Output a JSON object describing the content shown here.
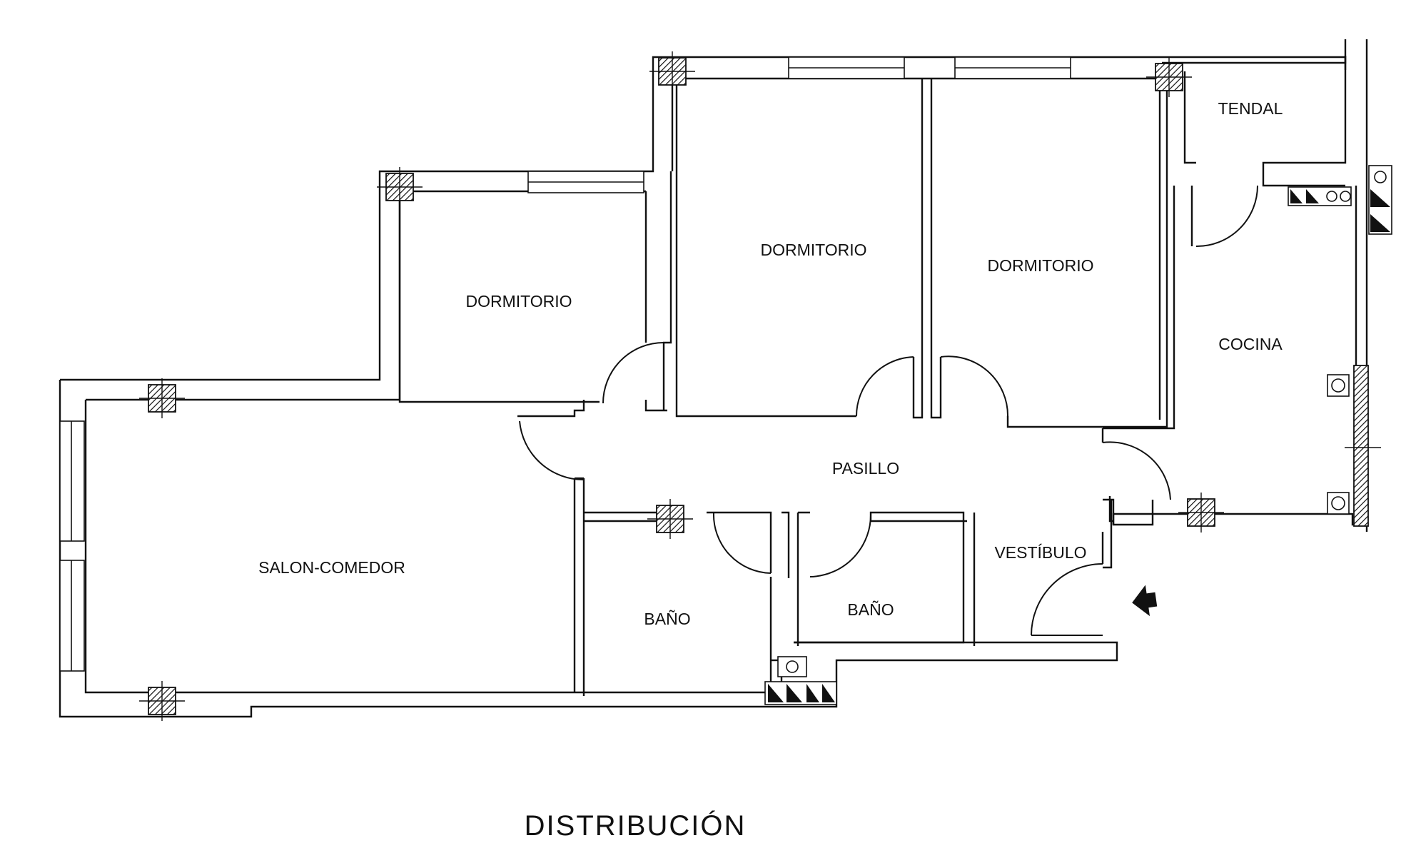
{
  "title": "DISTRIBUCIÓN",
  "rooms": {
    "tendal": "TENDAL",
    "dormitorio_1": "DORMITORIO",
    "dormitorio_2": "DORMITORIO",
    "dormitorio_3": "DORMITORIO",
    "cocina": "COCINA",
    "pasillo": "PASILLO",
    "salon_comedor": "SALON-COMEDOR",
    "vestibulo": "VESTÍBULO",
    "bano_1": "BAÑO",
    "bano_2": "BAÑO"
  },
  "symbols": {
    "entrance": "entrance-arrow-icon",
    "column": "hatched-column-icon",
    "duct": "duct-icon"
  }
}
